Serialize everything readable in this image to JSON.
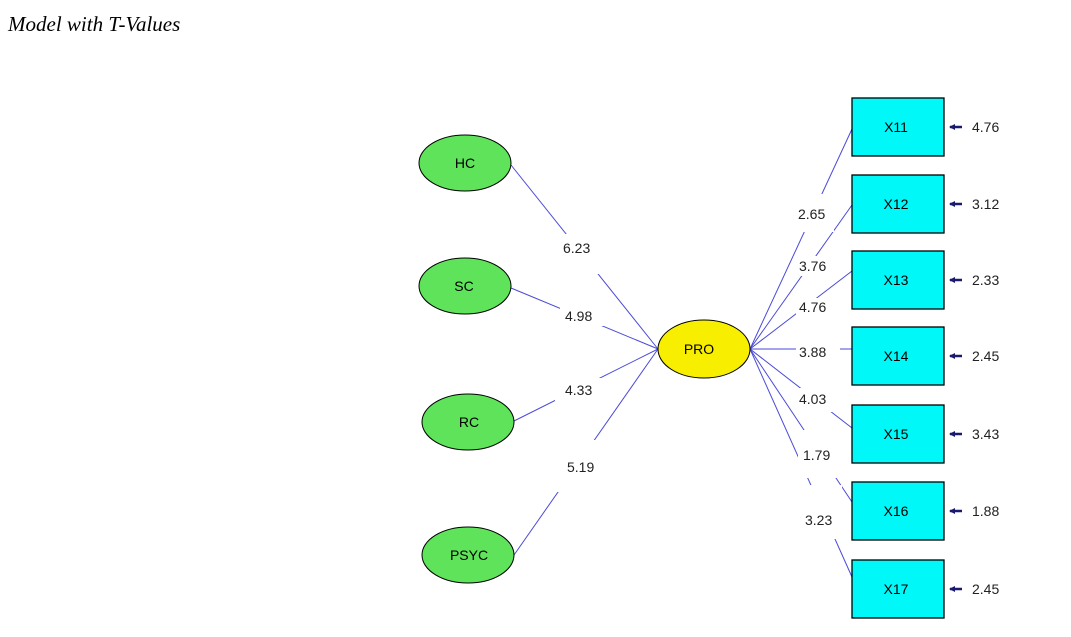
{
  "title": "Model with T-Values",
  "colors": {
    "exogenous": "#5ee35a",
    "endogenous": "#f8ee00",
    "indicator": "#00f8f8",
    "path": "#4a4ad8",
    "error_arrow": "#1a1a6e"
  },
  "exogenous": [
    {
      "name": "HC",
      "t": "6.23"
    },
    {
      "name": "SC",
      "t": "4.98"
    },
    {
      "name": "RC",
      "t": "4.33"
    },
    {
      "name": "PSYC",
      "t": "5.19"
    }
  ],
  "endogenous": {
    "name": "PRO"
  },
  "indicators": [
    {
      "name": "X11",
      "loading_t": "2.65",
      "error_t": "4.76"
    },
    {
      "name": "X12",
      "loading_t": "3.76",
      "error_t": "3.12"
    },
    {
      "name": "X13",
      "loading_t": "4.76",
      "error_t": "2.33"
    },
    {
      "name": "X14",
      "loading_t": "3.88",
      "error_t": "2.45"
    },
    {
      "name": "X15",
      "loading_t": "4.03",
      "error_t": "3.43"
    },
    {
      "name": "X16",
      "loading_t": "1.79",
      "error_t": "1.88"
    },
    {
      "name": "X17",
      "loading_t": "3.23",
      "error_t": "2.45"
    }
  ]
}
